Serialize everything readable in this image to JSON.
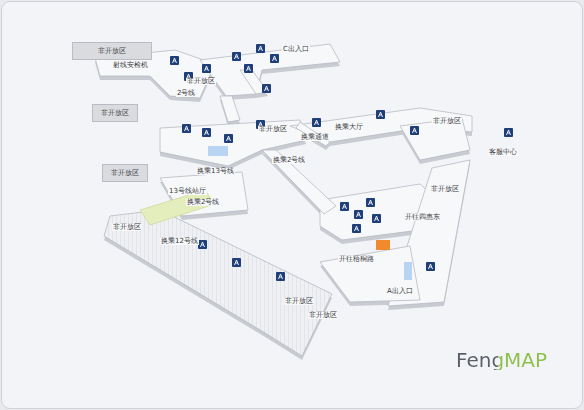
{
  "diagram": {
    "nodes": [
      {
        "text": [
          "非开放区"
        ]
      },
      {
        "text": [
          "非开放区"
        ]
      },
      {
        "text": [
          "非开放区"
        ]
      }
    ],
    "labels": [
      "射线安检机",
      "C出入口",
      "非开放区",
      "2号线",
      "非开放区",
      "换乘通道",
      "换乘大厅",
      "非开放区",
      "客服中心",
      "换乘2号线",
      "换乘13号线",
      "13号线站厅",
      "换乘2号线",
      "非开放区",
      "开往四惠东",
      "非开放区",
      "换乘12号线",
      "开往梧桐路",
      "A出入口",
      "非开放区",
      "非开放区",
      "FengMAP"
    ]
  }
}
